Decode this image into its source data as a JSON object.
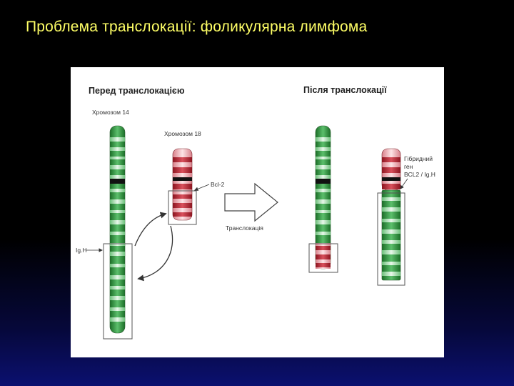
{
  "slide": {
    "title": "Проблема транслокації: фоликулярна лимфома"
  },
  "diagram": {
    "before_heading": "Перед транслокацією",
    "after_heading": "Після транслокації",
    "chromosome14_label": "Хромозом 14",
    "chromosome18_label": "Хромозом 18",
    "bcl2_label": "Bcl-2",
    "igh_label": "Ig.H",
    "translocation_label": "Транслокація",
    "hybrid_gene_label": [
      "Гібридний",
      "ген",
      "BCL2 / Ig.H"
    ]
  },
  "colors": {
    "background": "#000000",
    "title": "#ffff66",
    "panel": "#ffffff",
    "green_band": "#1f7a2c",
    "light_green": "#8fd19a",
    "red_band": "#9b1c25",
    "light_red": "#f0a0a6"
  }
}
